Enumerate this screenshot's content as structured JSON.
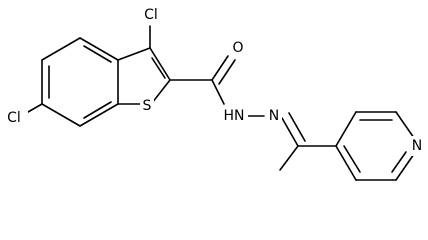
{
  "molecule": {
    "atoms": {
      "cl_top": "Cl",
      "cl_left": "Cl",
      "oxygen": "O",
      "sulfur": "S",
      "hn": "HN",
      "n_imine": "N",
      "n_pyridine": "N"
    },
    "colors": {
      "bond": "#000000",
      "text": "#000000",
      "background": "#ffffff"
    }
  }
}
